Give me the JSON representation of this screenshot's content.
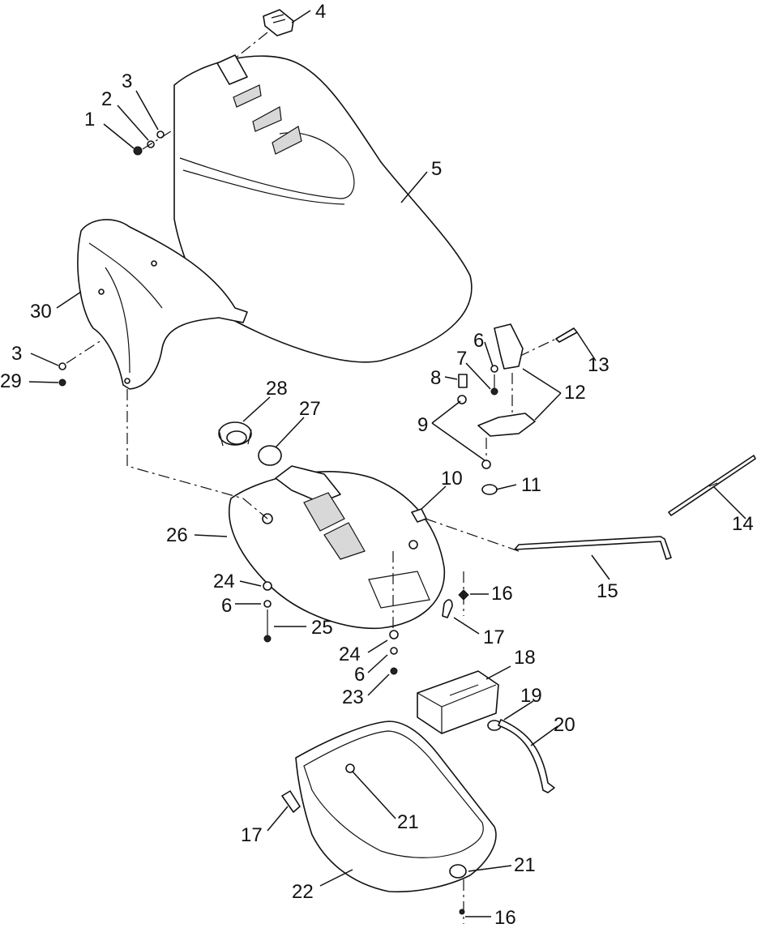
{
  "callouts": {
    "c1": "1",
    "c2": "2",
    "c3a": "3",
    "c4": "4",
    "c5": "5",
    "c30": "30",
    "c3b": "3",
    "c29": "29",
    "c28": "28",
    "c27": "27",
    "c26": "26",
    "c24a": "24",
    "c6a": "6",
    "c25": "25",
    "c24b": "24",
    "c6b": "6",
    "c23": "23",
    "c10": "10",
    "c11": "11",
    "c9": "9",
    "c8": "8",
    "c7": "7",
    "c6c": "6",
    "c12": "12",
    "c13": "13",
    "c14": "14",
    "c15": "15",
    "c16a": "16",
    "c17a": "17",
    "c18": "18",
    "c19": "19",
    "c20": "20",
    "c21a": "21",
    "c17b": "17",
    "c21b": "21",
    "c22": "22",
    "c16b": "16"
  }
}
